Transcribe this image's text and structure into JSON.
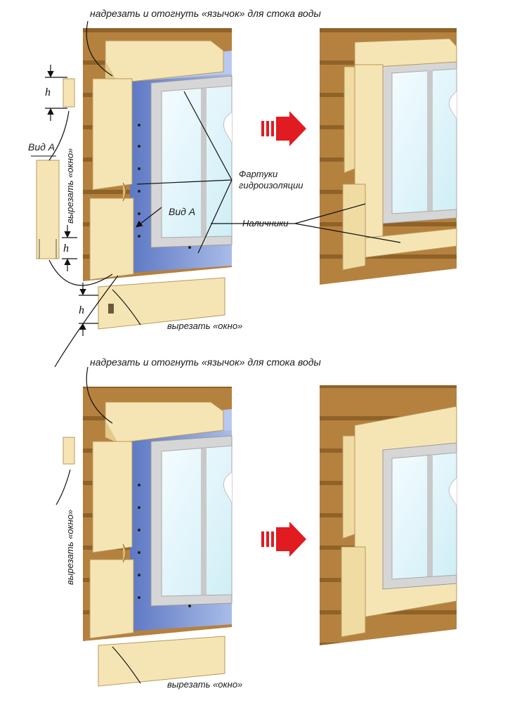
{
  "labels": {
    "tongue_note_top": "надрезать и отогнуть «язычок» для стока воды",
    "tongue_note_bottom": "надрезать и отогнуть «язычок» для стока воды",
    "view_a_title": "Вид А",
    "view_a_pointer": "Вид А",
    "cut_window_vertical_top": "вырезать «окно»",
    "cut_window_vertical_bottom": "вырезать «окно»",
    "cut_window_top": "вырезать «окно»",
    "cut_window_bottom": "вырезать «окно»",
    "flashing_line1": "Фартуки",
    "flashing_line2": "гидроизоляции",
    "casings": "Наличники",
    "h1": "h",
    "h2": "h",
    "h3": "h"
  },
  "colors": {
    "wall": "#b5813e",
    "wall_dark": "#8f6228",
    "trim": "#f6e5b4",
    "trim_shadow": "#e3c98a",
    "membrane": "#8fa6df",
    "membrane_light": "#c4d1f0",
    "frame": "#dcdcdc",
    "glass": "#d8f1f8",
    "arrow": "#e11b22"
  }
}
